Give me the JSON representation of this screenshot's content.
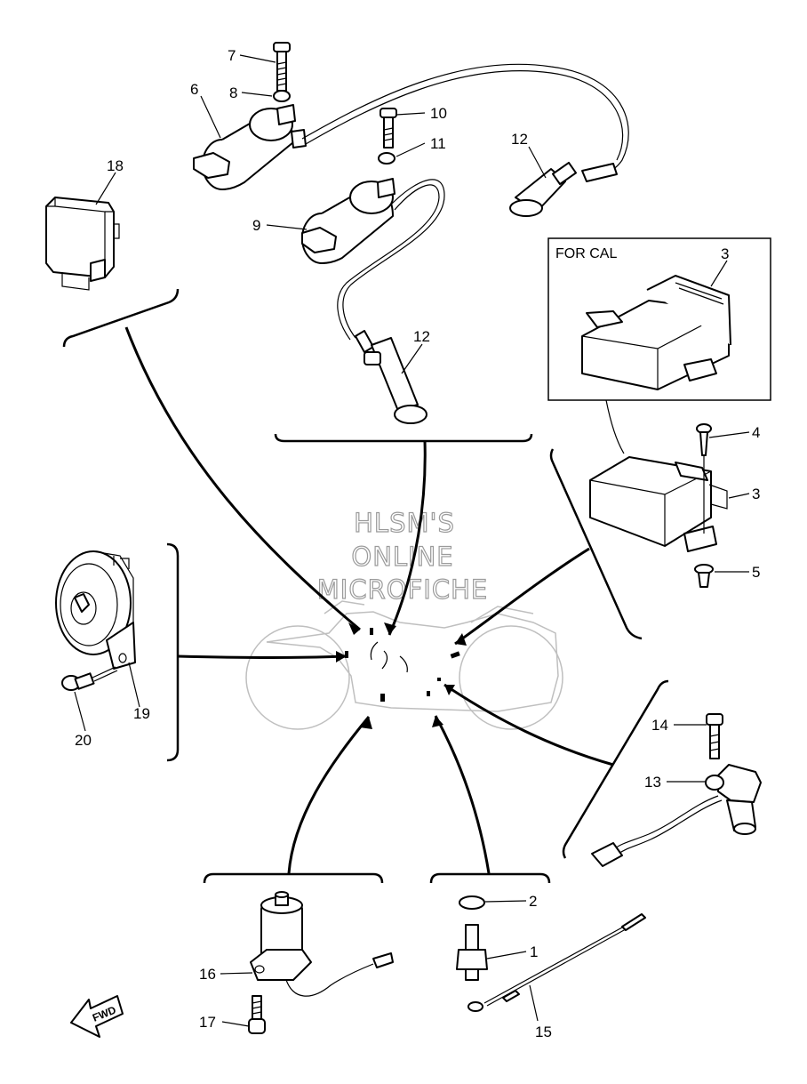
{
  "watermark": {
    "line1": "HLSM'S",
    "line2": "ONLINE",
    "line3": "MICROFICHE"
  },
  "inset": {
    "label": "FOR CAL",
    "part": "3"
  },
  "fwd": "FWD",
  "callouts": {
    "p1": "1",
    "p2": "2",
    "p3": "3",
    "p4": "4",
    "p5": "5",
    "p6": "6",
    "p7": "7",
    "p8": "8",
    "p9": "9",
    "p10": "10",
    "p11": "11",
    "p12a": "12",
    "p12b": "12",
    "p13": "13",
    "p14": "14",
    "p15": "15",
    "p16": "16",
    "p17": "17",
    "p18": "18",
    "p19": "19",
    "p20": "20"
  }
}
